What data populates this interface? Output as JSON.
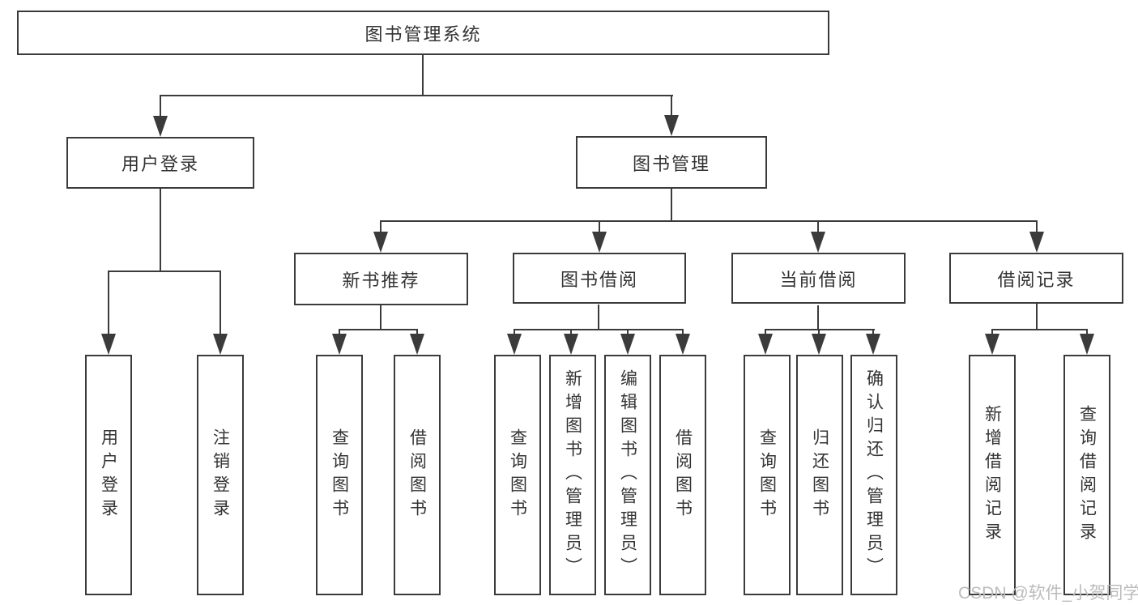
{
  "diagram_title": "图书管理系统",
  "nodes": {
    "root": "图书管理系统",
    "user_login": "用户登录",
    "book_management": "图书管理",
    "new_book_recommend": "新书推荐",
    "book_borrow": "图书借阅",
    "current_borrow": "当前借阅",
    "borrow_records": "借阅记录",
    "leaf_user_login": "用户登录",
    "leaf_logout": "注销登录",
    "leaf_nb_query_books": "查询图书",
    "leaf_nb_borrow_books": "借阅图书",
    "leaf_bb_query_books": "查询图书",
    "leaf_bb_add_books": "新增图书（管理员）",
    "leaf_bb_edit_books": "编辑图书（管理员）",
    "leaf_bb_borrow_books": "借阅图书",
    "leaf_cb_query_books": "查询图书",
    "leaf_cb_return_books": "归还图书",
    "leaf_cb_confirm_return": "确认归还（管理员）",
    "leaf_br_add_record": "新增借阅记录",
    "leaf_br_query_record": "查询借阅记录"
  },
  "hierarchy": {
    "图书管理系统": {
      "用户登录": [
        "用户登录",
        "注销登录"
      ],
      "图书管理": {
        "新书推荐": [
          "查询图书",
          "借阅图书"
        ],
        "图书借阅": [
          "查询图书",
          "新增图书（管理员）",
          "编辑图书（管理员）",
          "借阅图书"
        ],
        "当前借阅": [
          "查询图书",
          "归还图书",
          "确认归还（管理员）"
        ],
        "借阅记录": [
          "新增借阅记录",
          "查询借阅记录"
        ]
      }
    }
  },
  "watermark": "CSDN @软件_小贺同学",
  "colors": {
    "line": "#3b3b3b",
    "text": "#333333",
    "watermark": "#bcbcbc",
    "background": "#ffffff"
  }
}
